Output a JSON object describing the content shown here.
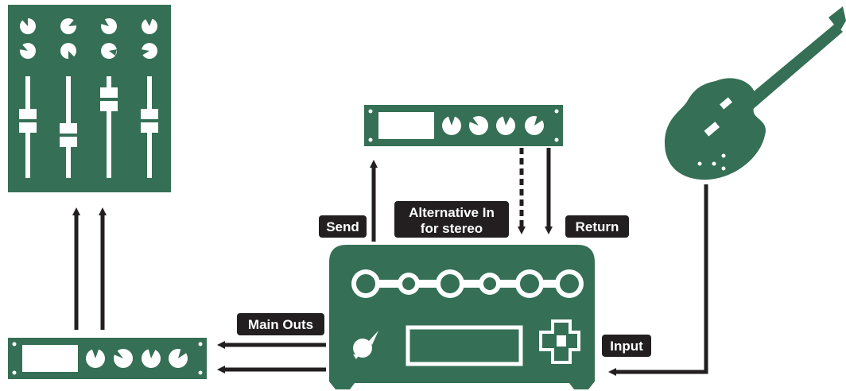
{
  "labels": {
    "send": "Send",
    "alt_in_line1": "Alternative In",
    "alt_in_line2": "for stereo",
    "return": "Return",
    "main_outs": "Main Outs",
    "input": "Input"
  },
  "colors": {
    "device_green": "#356f55",
    "arrow_dark": "#231f20",
    "label_bg": "#231f20",
    "label_text": "#ffffff",
    "panel_white": "#ffffff"
  },
  "icons": {
    "mixer": "mixing-console-icon",
    "fx_unit": "rack-effects-unit-icon",
    "interface": "rack-audio-interface-icon",
    "processor": "guitar-processor-icon",
    "guitar": "electric-guitar-icon",
    "knob": "knob-icon",
    "dpad": "d-pad-icon"
  }
}
